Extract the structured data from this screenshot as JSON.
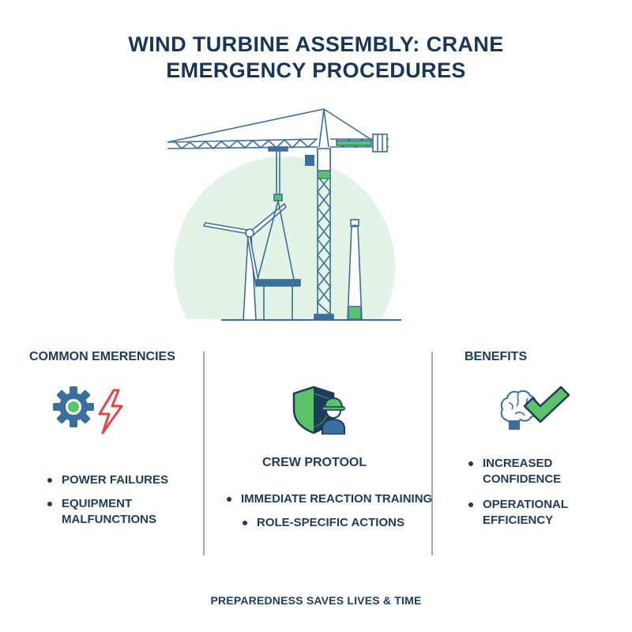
{
  "title": {
    "line1": "WIND TURBINE ASSEMBLY: CRANE",
    "line2": "EMERGENCY PROCEDURES"
  },
  "columns": [
    {
      "heading": "COMMON EMERENCIES",
      "icons": [
        "gear-icon",
        "lightning-bolt-icon"
      ],
      "items": [
        {
          "line1": "POWER FAILURES",
          "line2": ""
        },
        {
          "line1": "EQUIPMENT",
          "line2": "MALFUNCTIONS"
        }
      ]
    },
    {
      "heading": "CREW PROTOOL",
      "icons": [
        "shield-icon",
        "worker-helmet-icon"
      ],
      "items": [
        {
          "line1": "IMMEDIATE REACTION TRAINING",
          "line2": ""
        },
        {
          "line1": "ROLE-SPECIFIC ACTIONS",
          "line2": ""
        }
      ]
    },
    {
      "heading": "BENEFITS",
      "icons": [
        "brain-icon",
        "checkmark-icon"
      ],
      "items": [
        {
          "line1": "INCREASED",
          "line2": "CONFIDENCE"
        },
        {
          "line1": "OPERATIONAL",
          "line2": "EFFICIENCY"
        }
      ]
    }
  ],
  "footer": "PREPAREDNESS SAVES LIVES & TIME",
  "colors": {
    "navy": "#1f3b5a",
    "crane_blue": "#3a6f9e",
    "accent_green": "#5cc26a",
    "light_green": "#e3f4e7",
    "warning_red": "#e04646"
  }
}
